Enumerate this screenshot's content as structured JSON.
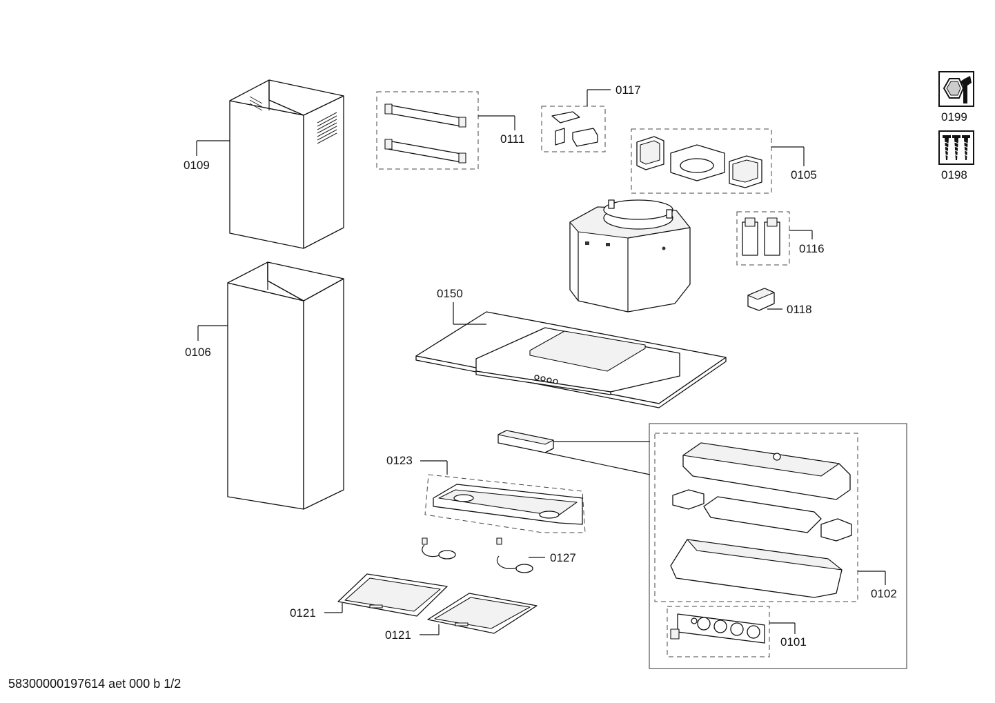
{
  "labels": {
    "p0109": "0109",
    "p0106": "0106",
    "p0111": "0111",
    "p0117": "0117",
    "p0105": "0105",
    "p0116": "0116",
    "p0118": "0118",
    "p0150": "0150",
    "p0123": "0123",
    "p0127": "0127",
    "p0121a": "0121",
    "p0121b": "0121",
    "p0102": "0102",
    "p0101": "0101",
    "p0199": "0199",
    "p0198": "0198"
  },
  "footer": "58300000197614 aet 000 b 1/2"
}
